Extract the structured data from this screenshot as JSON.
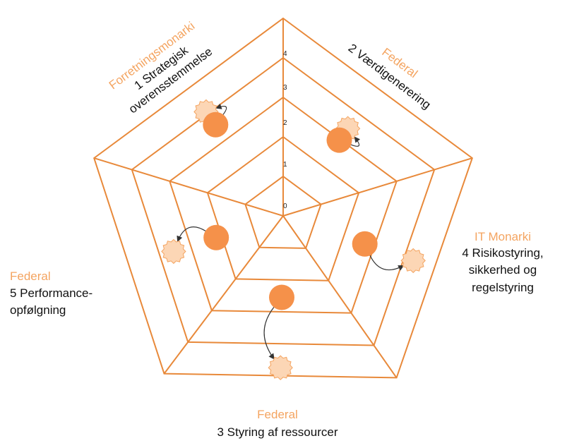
{
  "scale_ticks": [
    "0",
    "1",
    "2",
    "3",
    "4"
  ],
  "colors": {
    "web_line": "#E8893A",
    "current_dot": "#F5914A",
    "target_dot": "#FCD6B5",
    "target_border": "#F4A460",
    "label_orange": "#F4A460",
    "arrow": "#333333"
  },
  "axes": [
    {
      "id": "1",
      "governance": "Forretningsmonarki",
      "name_lines": [
        "1 Strategisk",
        "overensstemmelse"
      ],
      "current": 3.55,
      "target": 4.05
    },
    {
      "id": "2",
      "governance": "Federal",
      "name_lines": [
        "2 Værdigenerering"
      ],
      "current": 2.95,
      "target": 3.4
    },
    {
      "id": "3",
      "governance": "Federal",
      "name_lines": [
        "3 Styring af ressourcer"
      ],
      "current": 2.55,
      "target": 4.75
    },
    {
      "id": "4",
      "governance": "IT Monarki",
      "name_lines": [
        "4 Risikostyring,",
        "sikkerhed og",
        "regelstyring"
      ],
      "current": 2.7,
      "target": 4.3
    },
    {
      "id": "5",
      "governance": "Federal",
      "name_lines": [
        "5 Performance-",
        "opfølgning"
      ],
      "current": 2.2,
      "target": 3.6
    }
  ]
}
